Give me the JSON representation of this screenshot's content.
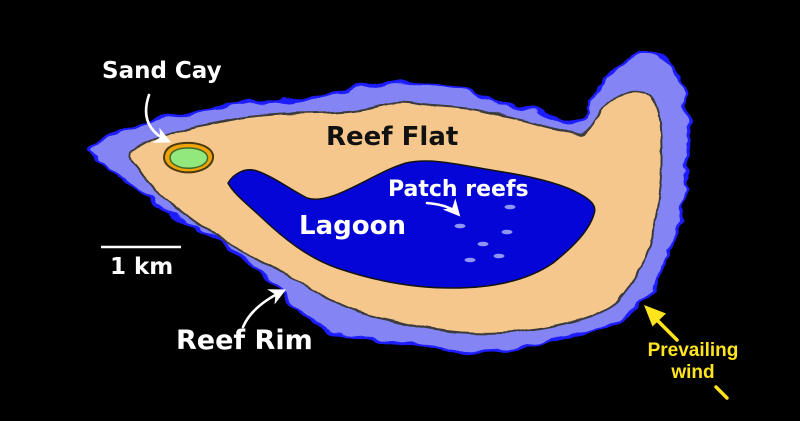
{
  "diagram": {
    "subject": "coral-reef-plan-view",
    "labels": {
      "sand_cay": "Sand Cay",
      "reef_flat": "Reef Flat",
      "patch_reefs": "Patch reefs",
      "lagoon": "Lagoon",
      "reef_rim": "Reef Rim",
      "prevailing_wind_line1": "Prevailing",
      "prevailing_wind_line2": "wind"
    },
    "scale_bar": {
      "label": "1 km"
    },
    "colors": {
      "background": "#000000",
      "reef_rim_fill": "#8484f4",
      "reef_rim_outline": "#1c1cff",
      "reef_flat_fill": "#f6c78c",
      "reef_flat_outline": "#3b3b3b",
      "lagoon_fill": "#0505d8",
      "lagoon_outline": "#131313",
      "sand_cay_fill": "#92e87c",
      "sand_cay_ring": "#efa307",
      "sand_cay_outline": "#4a3a10",
      "sand_cay_inner_outline": "#3f6a2a",
      "patch_reef_dot": "#8f95f5",
      "annotation_light": "#ffffff",
      "wind_yellow": "#ffe41e"
    }
  }
}
